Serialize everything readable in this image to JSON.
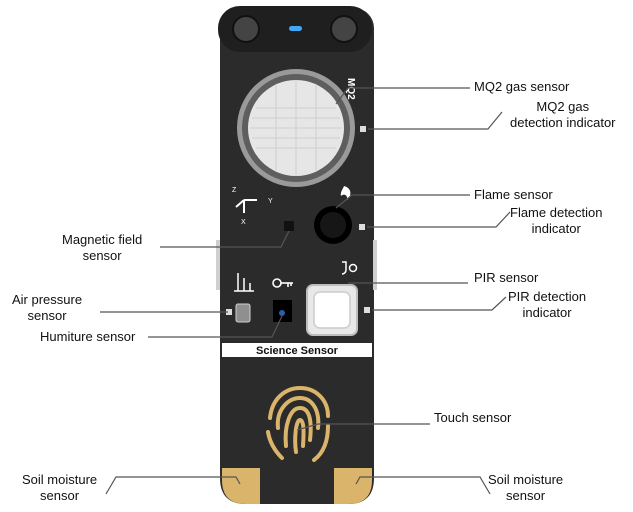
{
  "board": {
    "name": "Science Sensor",
    "mq2_marking": "MQ2",
    "colors": {
      "board": "#2b2b2b",
      "board_top": "#1f1f1f",
      "gold": "#d9b46a",
      "silver": "#cfcfcf",
      "led_blue": "#3fa9f5",
      "leader": "#555555"
    }
  },
  "labels": {
    "mq2_gas_sensor": "MQ2 gas sensor",
    "mq2_indicator_1": "MQ2 gas",
    "mq2_indicator_2": "detection indicator",
    "flame_sensor": "Flame sensor",
    "flame_indicator_1": "Flame detection",
    "flame_indicator_2": "indicator",
    "magnetic_1": "Magnetic field",
    "magnetic_2": "sensor",
    "pir_sensor": "PIR sensor",
    "pir_indicator_1": "PIR detection",
    "pir_indicator_2": "indicator",
    "air_pressure_1": "Air pressure",
    "air_pressure_2": "sensor",
    "humiture": "Humiture sensor",
    "touch": "Touch sensor",
    "soil_left_1": "Soil moisture",
    "soil_left_2": "sensor",
    "soil_right_1": "Soil moisture",
    "soil_right_2": "sensor"
  },
  "axis_marks": {
    "z": "Z",
    "y": "Y",
    "x": "X"
  }
}
